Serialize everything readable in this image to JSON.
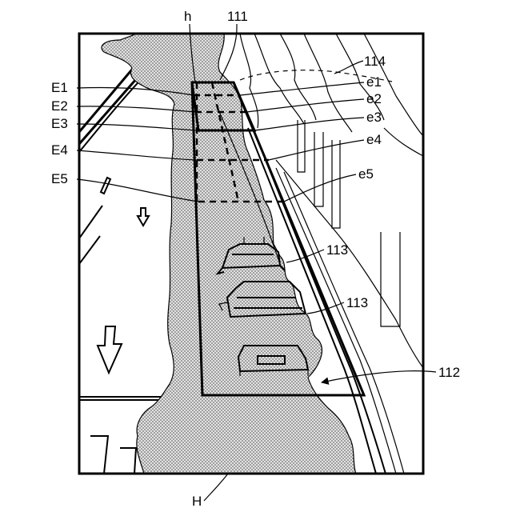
{
  "labels": {
    "h": "h",
    "ref_111": "111",
    "ref_114": "114",
    "E1": "E1",
    "E2": "E2",
    "E3": "E3",
    "E4": "E4",
    "E5": "E5",
    "e1": "e1",
    "e2": "e2",
    "e3": "e3",
    "e4": "e4",
    "e5": "e5",
    "ref_113_upper": "113",
    "ref_113_lower": "113",
    "ref_112": "112",
    "H": "H"
  }
}
